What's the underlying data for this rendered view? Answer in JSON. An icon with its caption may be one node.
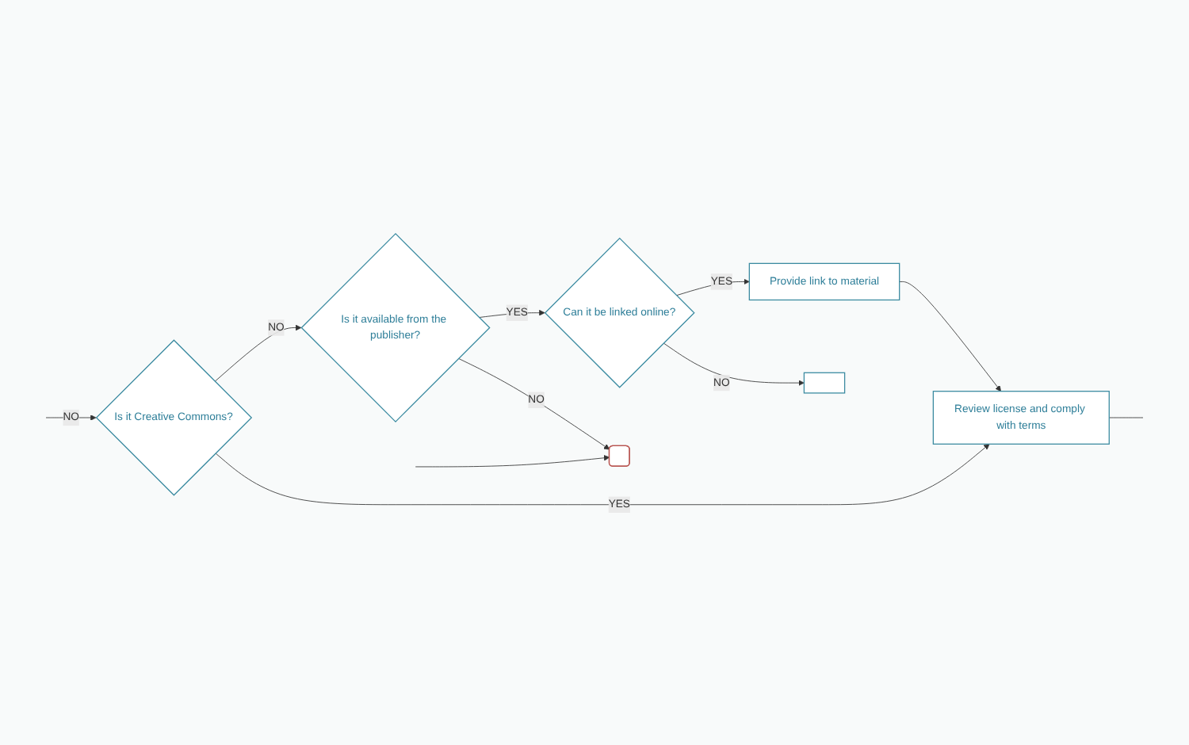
{
  "diagram": {
    "nodes": [
      {
        "text": [
          "Is it Creative Commons?"
        ]
      },
      {
        "text": [
          "Is it available from the publisher?"
        ]
      },
      {
        "text": [
          "Review license and comply with terms"
        ]
      },
      {
        "text": [
          "Can it be linked online?"
        ]
      },
      {
        "text": [
          "Provide link to material"
        ]
      },
      {
        "text": [],
        "shape": "box"
      },
      {
        "text": [],
        "shape": "box"
      }
    ],
    "edges": [
      {
        "from": null,
        "to": 0,
        "arrow": "to",
        "label": "NO"
      },
      {
        "from": 0,
        "to": 1,
        "arrow": "to",
        "label": "NO"
      },
      {
        "from": 0,
        "to": 2,
        "arrow": "to",
        "label": "YES"
      },
      {
        "from": 1,
        "to": 3,
        "arrow": "to",
        "label": "YES"
      },
      {
        "from": 1,
        "to": 6,
        "arrow": "to",
        "label": "NO"
      },
      {
        "from": 3,
        "to": 4,
        "arrow": "to",
        "label": "YES"
      },
      {
        "from": 4,
        "to": 2,
        "arrow": "to"
      },
      {
        "from": 3,
        "to": 5,
        "arrow": "to",
        "label": "NO"
      },
      {
        "from": 2,
        "to": null,
        "arrow": "none"
      },
      {
        "from": null,
        "to": 6,
        "arrow": "to"
      }
    ]
  }
}
